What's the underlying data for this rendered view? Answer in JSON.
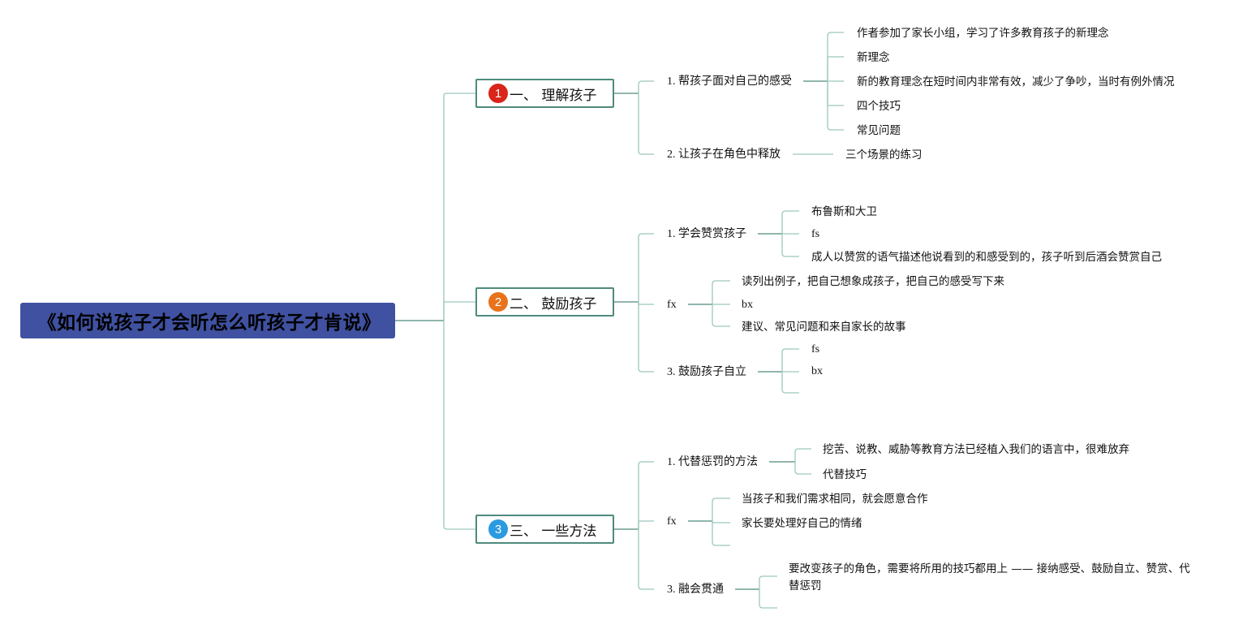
{
  "root": {
    "title": "《如何说孩子才会听怎么听孩子才肯说》"
  },
  "colors": {
    "root_fill": "#3f51a0",
    "line": "#9cc8bd",
    "line_dark": "#4e8b7d",
    "badge1": "#d9251a",
    "badge2": "#e8731c",
    "badge3": "#2b9ae0"
  },
  "branches": [
    {
      "number": "1",
      "label": "一、 理解孩子",
      "subs": [
        {
          "label": "1. 帮孩子面对自己的感受",
          "leaves": [
            "作者参加了家长小组，学习了许多教育孩子的新理念",
            "新理念",
            "新的教育理念在短时间内非常有效，减少了争吵，当时有例外情况",
            "四个技巧",
            "常见问题"
          ]
        },
        {
          "label": "2. 让孩子在角色中释放",
          "leaves": [
            "三个场景的练习"
          ]
        }
      ]
    },
    {
      "number": "2",
      "label": "二、 鼓励孩子",
      "subs": [
        {
          "label": "1. 学会赞赏孩子",
          "leaves": [
            "布鲁斯和大卫",
            "fs",
            "成人以赞赏的语气描述他说看到的和感受到的，孩子听到后酒会赞赏自己"
          ]
        },
        {
          "label": "fx",
          "leaves": [
            "读列出例子，把自己想象成孩子，把自己的感受写下来",
            "bx",
            "建议、常见问题和来自家长的故事"
          ]
        },
        {
          "label": "3. 鼓励孩子自立",
          "leaves": [
            "fs",
            "bx",
            ""
          ]
        }
      ]
    },
    {
      "number": "3",
      "label": "三、 一些方法",
      "subs": [
        {
          "label": "1. 代替惩罚的方法",
          "leaves": [
            "挖苦、说教、威胁等教育方法已经植入我们的语言中，很难放弃",
            "代替技巧"
          ]
        },
        {
          "label": "fx",
          "leaves": [
            "当孩子和我们需求相同，就会愿意合作",
            "家长要处理好自己的情绪",
            ""
          ]
        },
        {
          "label": "3. 融会贯通",
          "leaves": [
            "要改变孩子的角色，需要将所用的技巧都用上 —— 接纳感受、鼓励自立、赞赏、代替惩罚",
            ""
          ]
        }
      ]
    }
  ]
}
